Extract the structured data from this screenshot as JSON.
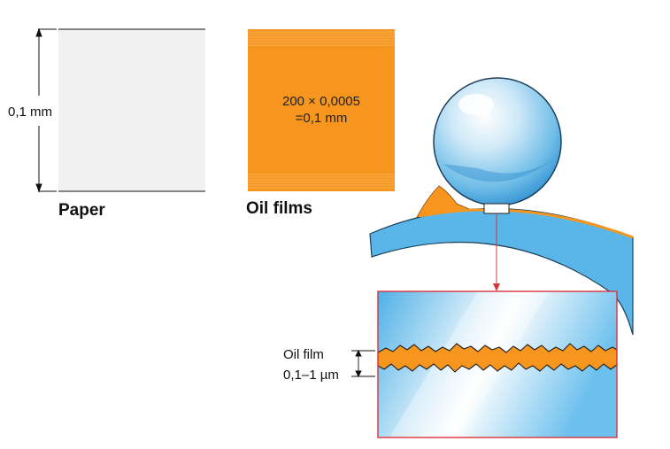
{
  "paper": {
    "thickness_label": "0,1 mm",
    "caption": "Paper"
  },
  "oil_films": {
    "formula_line1": "200 × 0,0005",
    "formula_line2": "=0,1 mm",
    "caption": "Oil films"
  },
  "detail": {
    "oil_film_label": "Oil film",
    "oil_film_range": "0,1–1 µm"
  },
  "colors": {
    "oil": "#f7961f",
    "paper": "#f1f1f1",
    "ring": "#5ab6e8",
    "detail_border": "#d9343c",
    "arrow": "#d9343c"
  }
}
